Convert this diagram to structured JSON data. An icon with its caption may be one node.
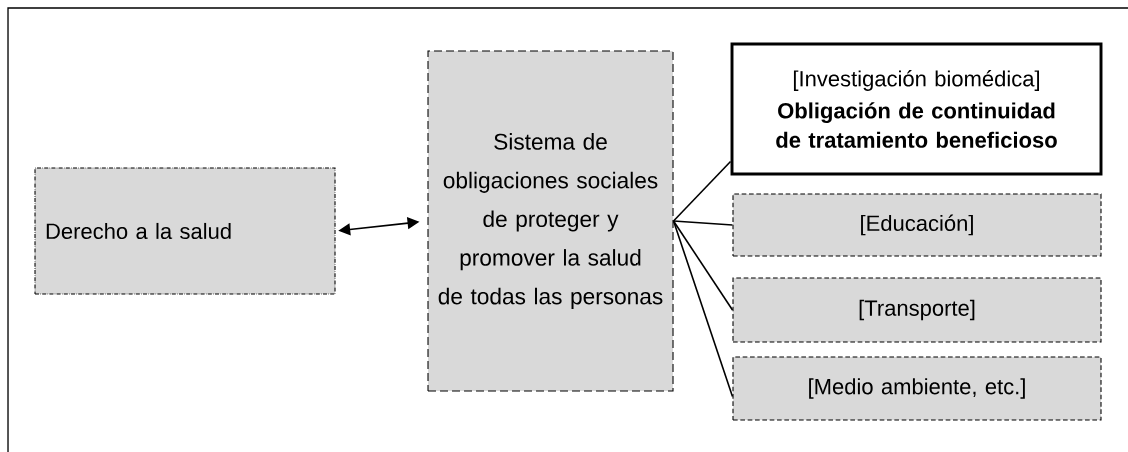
{
  "diagram": {
    "nodes": [
      {
        "text": [
          "Derecho a la salud"
        ]
      },
      {
        "text": [
          "Sistema de obligaciones sociales de proteger y promover la salud de todas las personas"
        ]
      },
      {
        "text": [
          "[Investigación biomédica]",
          "Obligación de continuidad de tratamiento beneficioso"
        ]
      },
      {
        "text": [
          "[Educación]"
        ]
      },
      {
        "text": [
          "[Transporte]"
        ]
      },
      {
        "text": [
          "[Medio ambiente, etc.]"
        ]
      }
    ],
    "edges": [
      {
        "from": 0,
        "to": 1,
        "arrow": "both"
      },
      {
        "from": 1,
        "to": 2,
        "arrow": "none"
      },
      {
        "from": 1,
        "to": 3,
        "arrow": "none"
      },
      {
        "from": 1,
        "to": 4,
        "arrow": "none"
      },
      {
        "from": 1,
        "to": 5,
        "arrow": "none"
      }
    ]
  }
}
